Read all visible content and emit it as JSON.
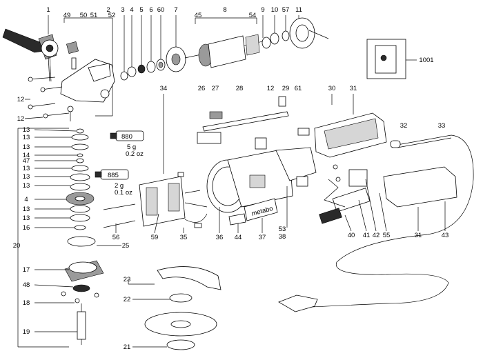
{
  "labels": {
    "l1": "1",
    "l2": "2",
    "l3": "3",
    "l4": "4",
    "l5": "5",
    "l6": "6",
    "l7": "7",
    "l8": "8",
    "l9": "9",
    "l10": "10",
    "l11": "11",
    "l12a": "12",
    "l12b": "12",
    "l13a": "13",
    "l13b": "13",
    "l13c": "13",
    "l13d": "13",
    "l13e": "13",
    "l13f": "13",
    "l13g": "13",
    "l13h": "13",
    "l14": "14",
    "l47": "47",
    "l4b": "4",
    "l16": "16",
    "l17": "17",
    "l48": "48",
    "l18": "18",
    "l19": "19",
    "l20": "20",
    "l21": "21",
    "l22": "22",
    "l23": "23",
    "l25": "25",
    "l26": "26",
    "l27": "27",
    "l28": "28",
    "l29": "29",
    "l30": "30",
    "l31a": "31",
    "l31b": "31",
    "l32": "32",
    "l33": "33",
    "l34": "34",
    "l35": "35",
    "l36": "36",
    "l37": "37",
    "l38": "38",
    "l40": "40",
    "l41": "41",
    "l42": "42",
    "l43": "43",
    "l44": "44",
    "l45": "45",
    "l49": "49",
    "l50": "50",
    "l51": "51",
    "l52": "52",
    "l53": "53",
    "l54": "54",
    "l55": "55",
    "l56": "56",
    "l57": "57",
    "l59": "59",
    "l60": "60",
    "l61": "61",
    "l1001": "1001"
  },
  "grease": {
    "a_code": "880",
    "a_qty": "5 g",
    "a_oz": "0.2 oz",
    "b_code": "885",
    "b_qty": "2 g",
    "b_oz": "0.1 oz"
  },
  "brand": "metabo"
}
